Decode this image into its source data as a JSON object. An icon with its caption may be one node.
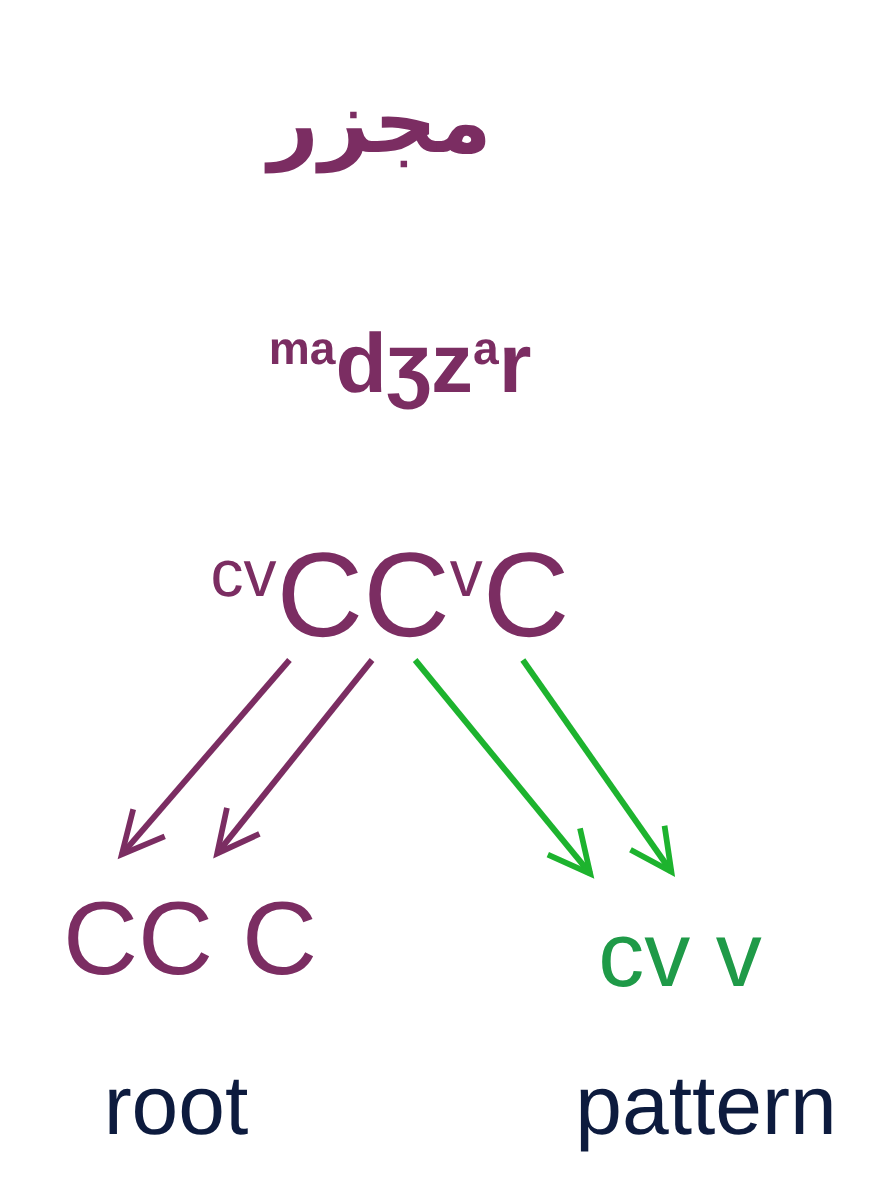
{
  "diagram": {
    "nodes": [
      {
        "text": [
          "$^{cv}$CC$^{v}$C"
        ]
      },
      {
        "text": [
          "CC C"
        ],
        "beside": [
          "root"
        ]
      },
      {
        "text": [
          "cv v"
        ],
        "beside": [
          "pattern"
        ]
      }
    ],
    "edges": [
      {
        "from": 0,
        "to": 1,
        "arrow": "to",
        "color": "#7b2d62"
      },
      {
        "from": 0,
        "to": 1,
        "arrow": "to",
        "color": "#7b2d62"
      },
      {
        "from": 0,
        "to": 2,
        "arrow": "to",
        "color": "#1db32e"
      },
      {
        "from": 0,
        "to": 2,
        "arrow": "to",
        "color": "#1db32e"
      }
    ],
    "labels": [
      "مجزر",
      "$^{ma}$dʒz$^{a}$r"
    ]
  }
}
